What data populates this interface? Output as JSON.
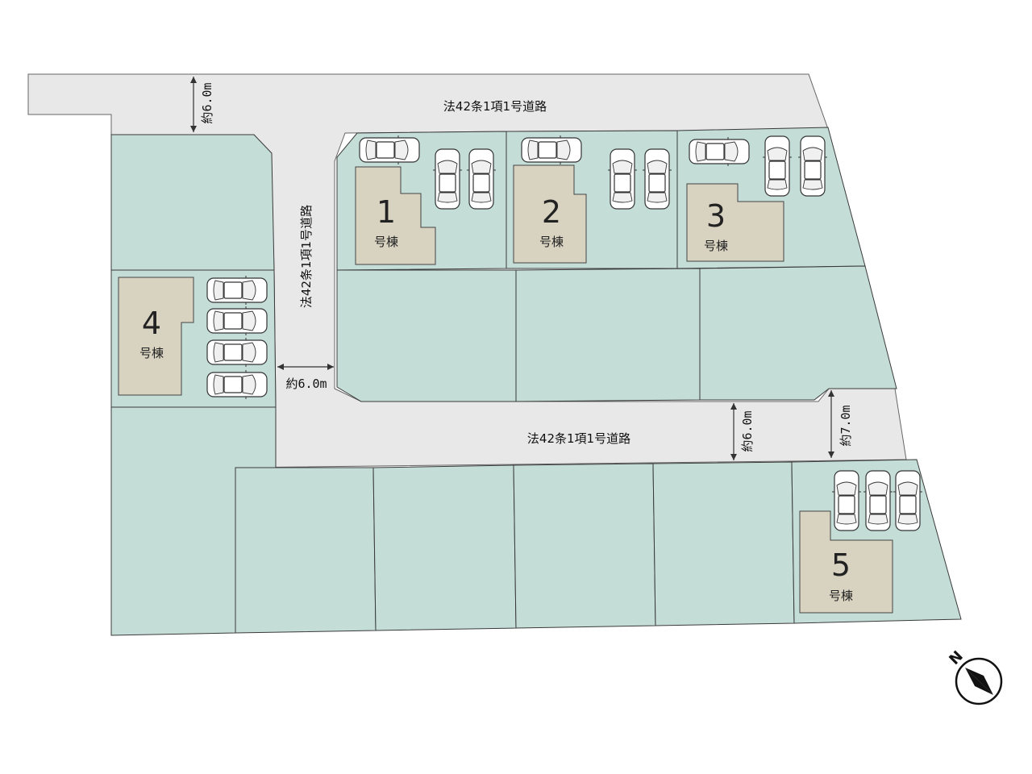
{
  "roads": {
    "top": "法42条1項1号道路",
    "vertical": "法42条1項1号道路",
    "bottom": "法42条1項1号道路"
  },
  "dimensions": {
    "top_road_width": "約6.0m",
    "vertical_road_width": "約6.0m",
    "bottom_road_width_1": "約6.0m",
    "bottom_road_width_2": "約7.0m"
  },
  "buildings": [
    {
      "number": "1",
      "suffix": "号棟"
    },
    {
      "number": "2",
      "suffix": "号棟"
    },
    {
      "number": "3",
      "suffix": "号棟"
    },
    {
      "number": "4",
      "suffix": "号棟"
    },
    {
      "number": "5",
      "suffix": "号棟"
    }
  ],
  "compass": {
    "label": "N"
  },
  "colors": {
    "lot": "#c4ddd7",
    "road": "#e8e8e8",
    "house": "#d8d2c0",
    "outline": "#3a3a3a"
  }
}
